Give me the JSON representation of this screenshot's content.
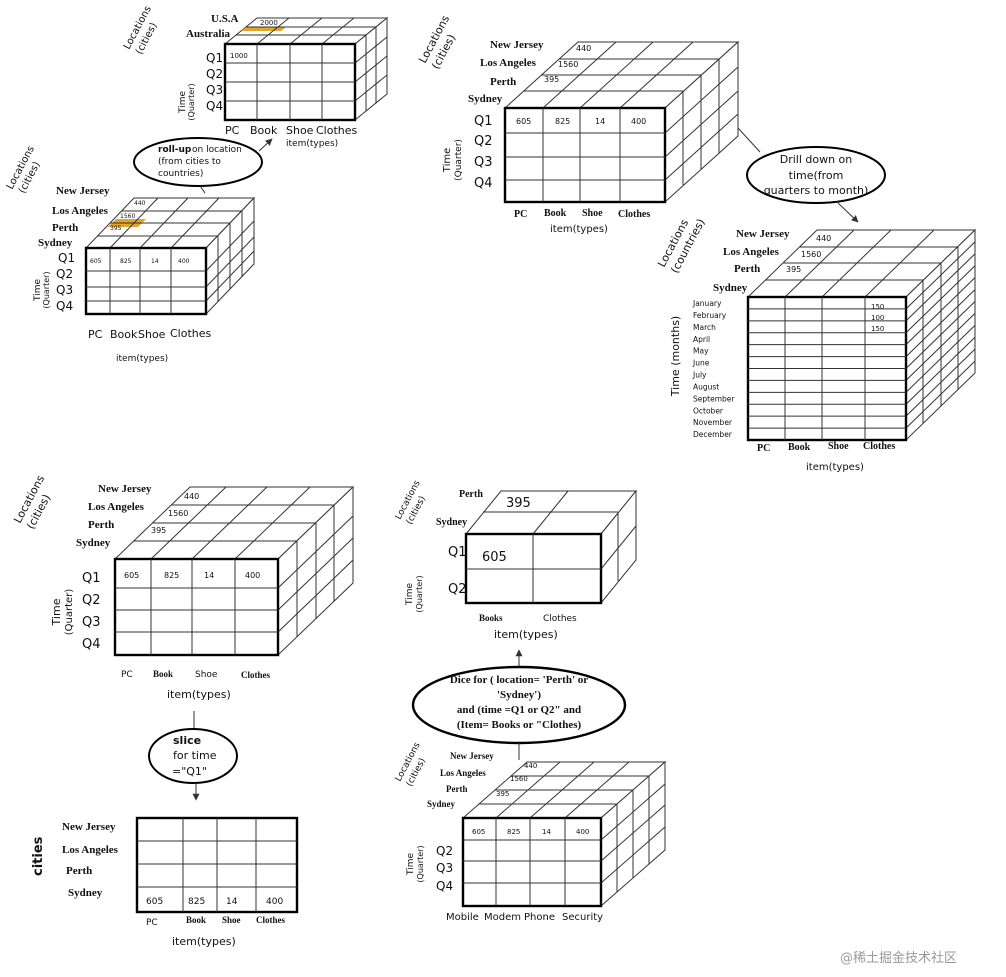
{
  "watermark": "@稀土掘金技术社区",
  "top_left_cube": {
    "axis_locations": "Locations",
    "axis_locations_sub": "(cities)",
    "cities": [
      "U.S.A",
      "Australia"
    ],
    "time_axis": "Time",
    "time_axis_sub": "(Quarter)",
    "quarters": [
      "Q1",
      "Q2",
      "Q3",
      "Q4"
    ],
    "items": [
      "PC",
      "Book",
      "Shoe",
      "Clothes"
    ],
    "item_axis": "item(types)",
    "cell_q1_pc": "1000",
    "top_value": "2000",
    "highlight_color": "#e0a52a"
  },
  "rollup": {
    "line1_bold": "roll-up",
    "line1_rest": "on location",
    "line2": "(from cities to",
    "line3": "countries)"
  },
  "mid_left_cube": {
    "axis_locations": "Locations",
    "axis_locations_sub": "(cities)",
    "cities": [
      "New Jersey",
      "Los Angeles",
      "Perth",
      "Sydney"
    ],
    "back_values": [
      "440",
      "1560",
      "395"
    ],
    "time_axis": "Time",
    "time_axis_sub": "(Quarter)",
    "quarters": [
      "Q1",
      "Q2",
      "Q3",
      "Q4"
    ],
    "q1_values": [
      "605",
      "825",
      "14",
      "400"
    ],
    "items": [
      "PC",
      "Book",
      "Shoe",
      "Clothes"
    ],
    "item_axis": "item(types)",
    "highlight_color": "#e0a52a"
  },
  "top_right_cube": {
    "axis_locations": "Locations",
    "axis_locations_sub": "(cities)",
    "cities": [
      "New Jersey",
      "Los Angeles",
      "Perth",
      "Sydney"
    ],
    "back_values": [
      "440",
      "1560",
      "395"
    ],
    "time_axis": "Time",
    "time_axis_sub": "(Quarter)",
    "quarters": [
      "Q1",
      "Q2",
      "Q3",
      "Q4"
    ],
    "q1_values": [
      "605",
      "825",
      "14",
      "400"
    ],
    "items": [
      "PC",
      "Book",
      "Shoe",
      "Clothes"
    ],
    "item_axis": "item(types)"
  },
  "drilldown": {
    "line1": "Drill down on",
    "line2": "time(from",
    "line3": "quarters to month)"
  },
  "months_cube": {
    "axis_locations": "Locations",
    "axis_locations_sub": "(countries)",
    "cities": [
      "New Jersey",
      "Los Angeles",
      "Perth",
      "Sydney"
    ],
    "back_values": [
      "440",
      "1560",
      "395"
    ],
    "time_axis": "Time (months)",
    "months": [
      "January",
      "February",
      "March",
      "April",
      "May",
      "June",
      "July",
      "August",
      "September",
      "October",
      "November",
      "December"
    ],
    "clothes_values": [
      "150",
      "100",
      "150"
    ],
    "items": [
      "PC",
      "Book",
      "Shoe",
      "Clothes"
    ],
    "item_axis": "item(types)"
  },
  "slice_source_cube": {
    "axis_locations": "Locations",
    "axis_locations_sub": "(cities)",
    "cities": [
      "New Jersey",
      "Los Angeles",
      "Perth",
      "Sydney"
    ],
    "back_values": [
      "440",
      "1560",
      "395"
    ],
    "time_axis": "Time",
    "time_axis_sub": "(Quarter)",
    "quarters": [
      "Q1",
      "Q2",
      "Q3",
      "Q4"
    ],
    "q1_values": [
      "605",
      "825",
      "14",
      "400"
    ],
    "items": [
      "PC",
      "Book",
      "Shoe",
      "Clothes"
    ],
    "item_axis": "item(types)"
  },
  "slice": {
    "line1_bold": "slice",
    "line2": "for time",
    "line3": "=\"Q1\""
  },
  "slice_table": {
    "rows_axis": "cities",
    "rows": [
      "New Jersey",
      "Los Angeles",
      "Perth",
      "Sydney"
    ],
    "sydney_values": [
      "605",
      "825",
      "14",
      "400"
    ],
    "items": [
      "PC",
      "Book",
      "Shoe",
      "Clothes"
    ],
    "item_axis": "item(types)"
  },
  "dice_result": {
    "axis_locations": "Locations",
    "axis_locations_sub": "(cities)",
    "cities": [
      "Perth",
      "Sydney"
    ],
    "back_value": "395",
    "time_axis": "Time",
    "time_axis_sub": "(Quarter)",
    "quarters": [
      "Q1",
      "Q2"
    ],
    "cell_value": "605",
    "items": [
      "Books",
      "Clothes"
    ],
    "item_axis": "item(types)"
  },
  "dice": {
    "line1": "Dice for ( location= 'Perth' or",
    "line2": "'Sydney')",
    "line3": "and (time =Q1 or Q2\" and",
    "line4": "(Item= Books or \"Clothes)"
  },
  "dice_source_cube": {
    "axis_locations": "Locations",
    "axis_locations_sub": "(cities)",
    "cities": [
      "New Jersey",
      "Los Angeles",
      "Perth",
      "Sydney"
    ],
    "back_values": [
      "440",
      "1560",
      "395"
    ],
    "time_axis": "Time",
    "time_axis_sub": "(Quarter)",
    "quarters": [
      "Q2",
      "Q3",
      "Q4"
    ],
    "q1_values": [
      "605",
      "825",
      "14",
      "400"
    ],
    "items": [
      "Mobile",
      "Modem",
      "Phone",
      "Security"
    ],
    "item_axis": "item(types)"
  }
}
